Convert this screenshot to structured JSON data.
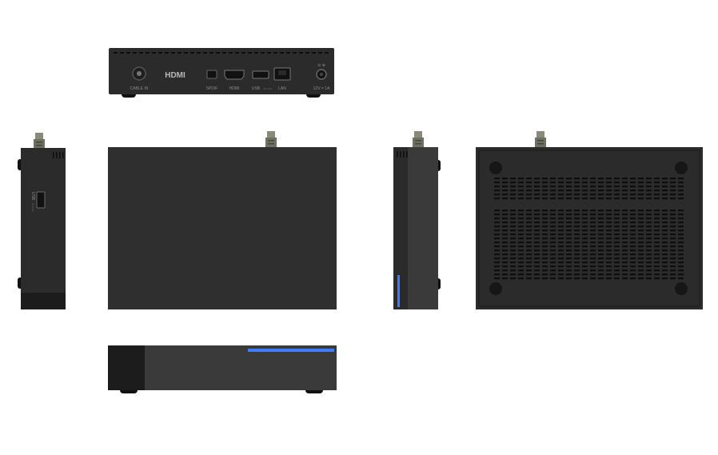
{
  "rear_panel": {
    "port_labels": {
      "cable_in": "CABLE IN",
      "hdmi_logo": "HDMI",
      "spdif": "SPDIF",
      "hdmi": "HDMI",
      "usb": "USB",
      "usb_sub": "5V 0.5A",
      "lan": "LAN",
      "power": "12V = 1A"
    }
  },
  "left_side": {
    "usb_label": "USB",
    "usb_sub": "5V 0.5A"
  },
  "colors": {
    "body": "#2b2b2c",
    "body_dark": "#1c1c1d",
    "top_face": "#2f2f30",
    "side_face": "#3a3a3b",
    "led": "#3f7dff",
    "foot": "#111111",
    "vent": "#0e0e0e",
    "port_text": "#8a8a8a",
    "connector": "#8a8a7a"
  },
  "icons": [
    "coax-connector-icon",
    "usb-port-icon",
    "hdmi-port-icon",
    "lan-port-icon",
    "power-jack-icon",
    "led-strip-icon"
  ]
}
